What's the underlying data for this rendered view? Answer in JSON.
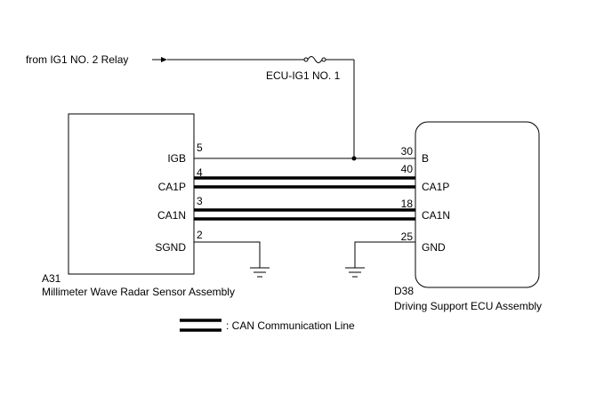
{
  "source": {
    "label": "from IG1 NO. 2 Relay"
  },
  "fuse": {
    "label": "ECU-IG1 NO. 1"
  },
  "left_component": {
    "code": "A31",
    "name": "Millimeter Wave Radar Sensor Assembly",
    "pins": [
      {
        "name": "IGB",
        "number": "5"
      },
      {
        "name": "CA1P",
        "number": "4"
      },
      {
        "name": "CA1N",
        "number": "3"
      },
      {
        "name": "SGND",
        "number": "2"
      }
    ]
  },
  "right_component": {
    "code": "D38",
    "name": "Driving Support ECU Assembly",
    "pins": [
      {
        "name": "B",
        "number": "30"
      },
      {
        "name": "CA1P",
        "number": "40"
      },
      {
        "name": "CA1N",
        "number": "18"
      },
      {
        "name": "GND",
        "number": "25"
      }
    ]
  },
  "legend": {
    "label": ": CAN Communication Line"
  }
}
